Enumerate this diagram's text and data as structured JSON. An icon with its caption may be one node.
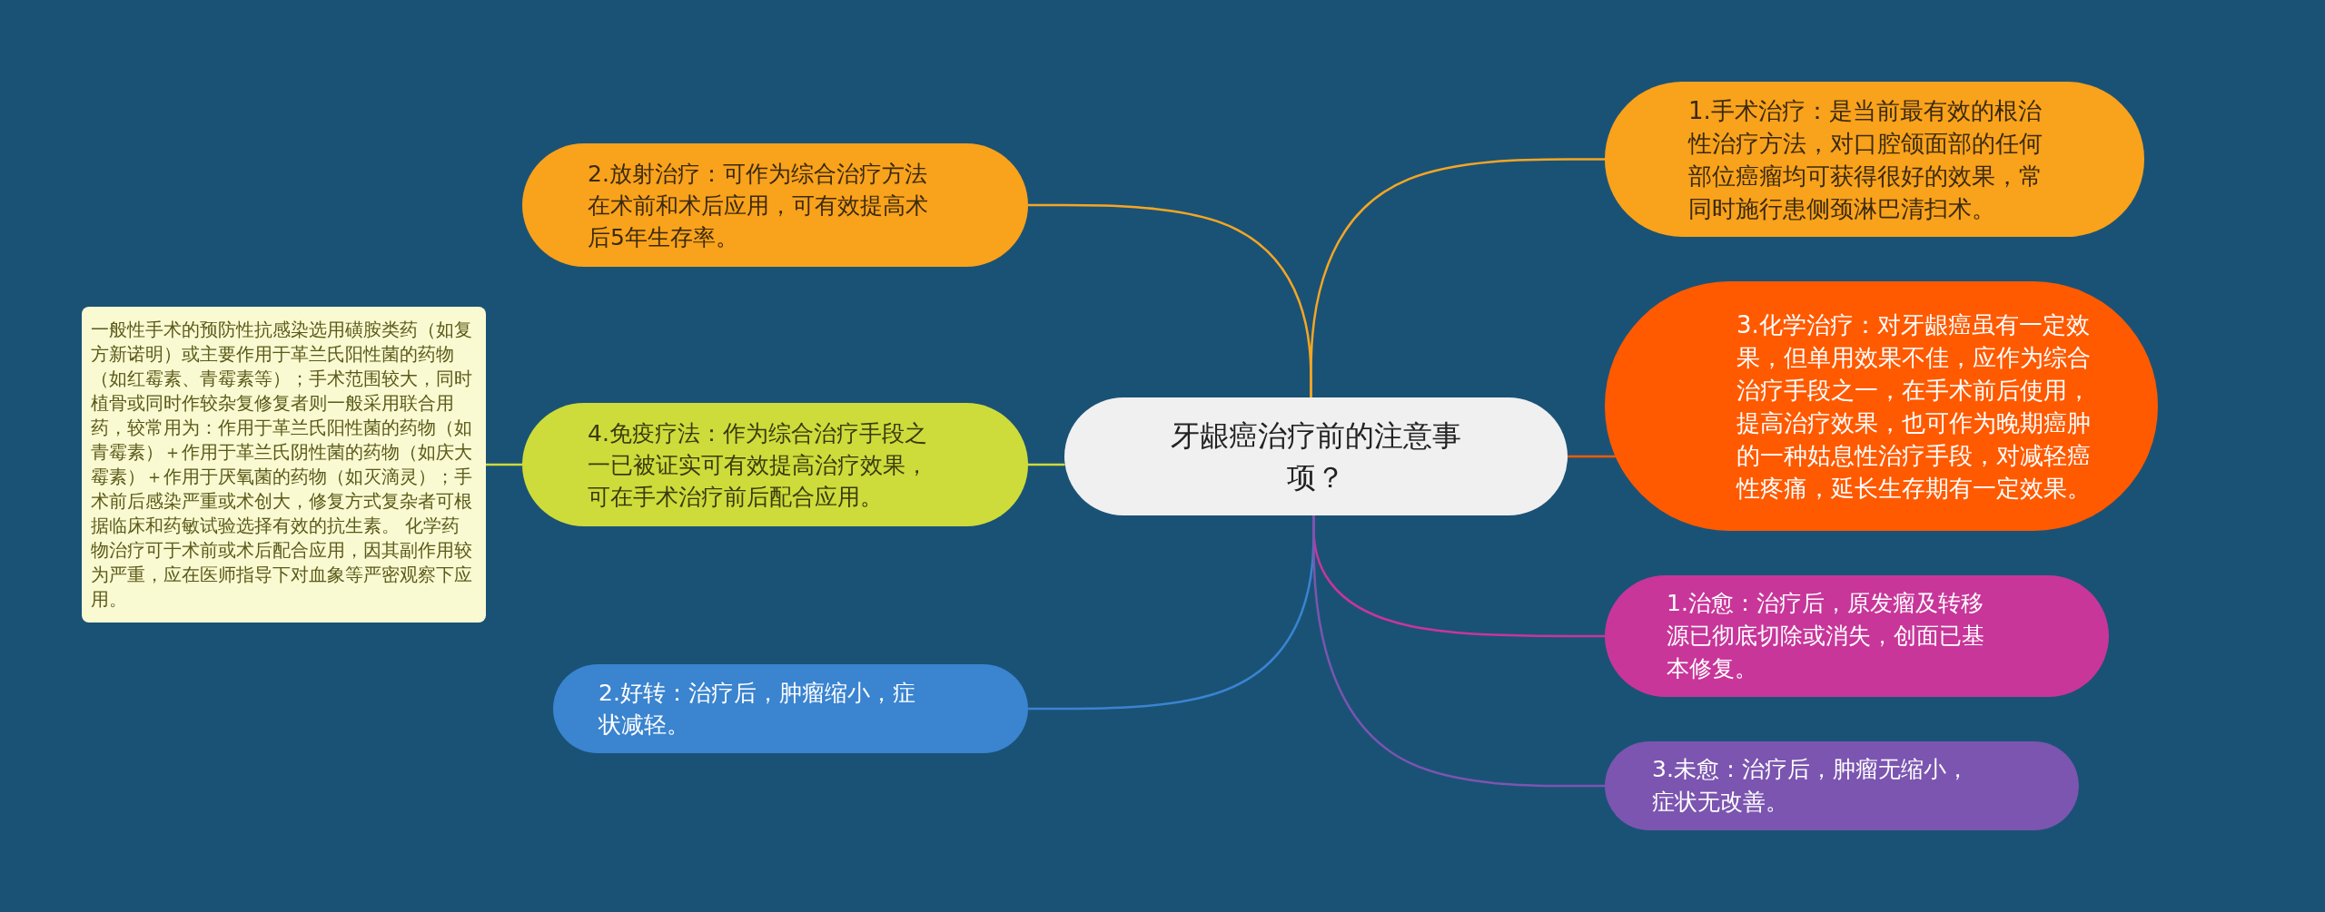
{
  "diagram": {
    "nodes": [
      {
        "text": [
          "牙龈癌治疗前的注意事项？"
        ]
      },
      {
        "text": [
          "2.放射治疗：可作为综合治疗方法在术前和术后应用，可有效提高术后5年生存率。"
        ]
      },
      {
        "text": [
          "1.手术治疗：是当前最有效的根治性治疗方法，对口腔颌面部的任何部位癌瘤均可获得很好的效果，常同时施行患侧颈淋巴清扫术。"
        ]
      },
      {
        "text": [
          "3.化学治疗：对牙龈癌虽有一定效果，但单用效果不佳，应作为综合治疗手段之一，在手术前后使用，提高治疗效果，也可作为晚期癌肿的一种姑息性治疗手段，对减轻癌性疼痛，延长生存期有一定效果。"
        ]
      },
      {
        "text": [
          "4.免疫疗法：作为综合治疗手段之一已被证实可有效提高治疗效果，可在手术治疗前后配合应用。"
        ]
      },
      {
        "text": [
          "一般性手术的预防性抗感染选用磺胺类药（如复方新诺明）或主要作用于革兰氏阳性菌的药物（如红霉素、青霉素等）；手术范围较大，同时植骨或同时作较杂复修复者则一般采用联合用药，较常用为：作用于革兰氏阳性菌的药物（如青霉素）＋作用于革兰氏阴性菌的药物（如庆大霉素）＋作用于厌氧菌的药物（如灭滴灵）；手术前后感染严重或术创大，修复方式复杂者可根据临床和药敏试验选择有效的抗生素。 化学药物治疗可于术前或术后配合应用，因其副作用较为严重，应在医师指导下对血象等严密观察下应用。"
        ]
      },
      {
        "text": [
          "2.好转：治疗后，肿瘤缩小，症状减轻。"
        ]
      },
      {
        "text": [
          "1.治愈：治疗后，原发瘤及转移源已彻底切除或消失，创面已基本修复。"
        ]
      },
      {
        "text": [
          "3.未愈：治疗后，肿瘤无缩小，症状无改善。"
        ]
      }
    ],
    "edges": [
      {
        "from": 0,
        "to": 1,
        "arrow": "none",
        "color": "#f5a623"
      },
      {
        "from": 0,
        "to": 2,
        "arrow": "none",
        "color": "#f5a623"
      },
      {
        "from": 0,
        "to": 3,
        "arrow": "none",
        "color": "#ff5a00"
      },
      {
        "from": 0,
        "to": 4,
        "arrow": "none",
        "color": "#cddc3a"
      },
      {
        "from": 4,
        "to": 5,
        "arrow": "none",
        "color": "#cddc3a"
      },
      {
        "from": 0,
        "to": 6,
        "arrow": "none",
        "color": "#3a84d0"
      },
      {
        "from": 0,
        "to": 7,
        "arrow": "none",
        "color": "#c8369a"
      },
      {
        "from": 0,
        "to": 8,
        "arrow": "none",
        "color": "#7b55b0"
      }
    ]
  }
}
